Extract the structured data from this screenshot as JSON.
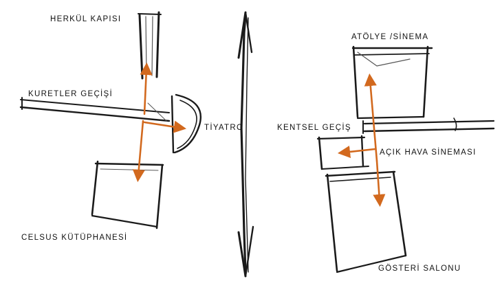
{
  "labels": {
    "herkul": "HERKÜL KAPISI",
    "kuretler": "KURETLER GEÇİŞİ",
    "tiyatro": "TİYATRO",
    "celsus": "CELSUS KÜTÜPHANESİ",
    "atolye": "ATÖLYE /SİNEMA",
    "kentsel": "KENTSEL GEÇİŞ",
    "acik_hava": "AÇIK HAVA SİNEMASI",
    "gosteri": "GÖSTERİ SALONU"
  },
  "colors": {
    "ink": "#1a1a1a",
    "ink_light": "#555555",
    "arrow": "#d2691e"
  }
}
